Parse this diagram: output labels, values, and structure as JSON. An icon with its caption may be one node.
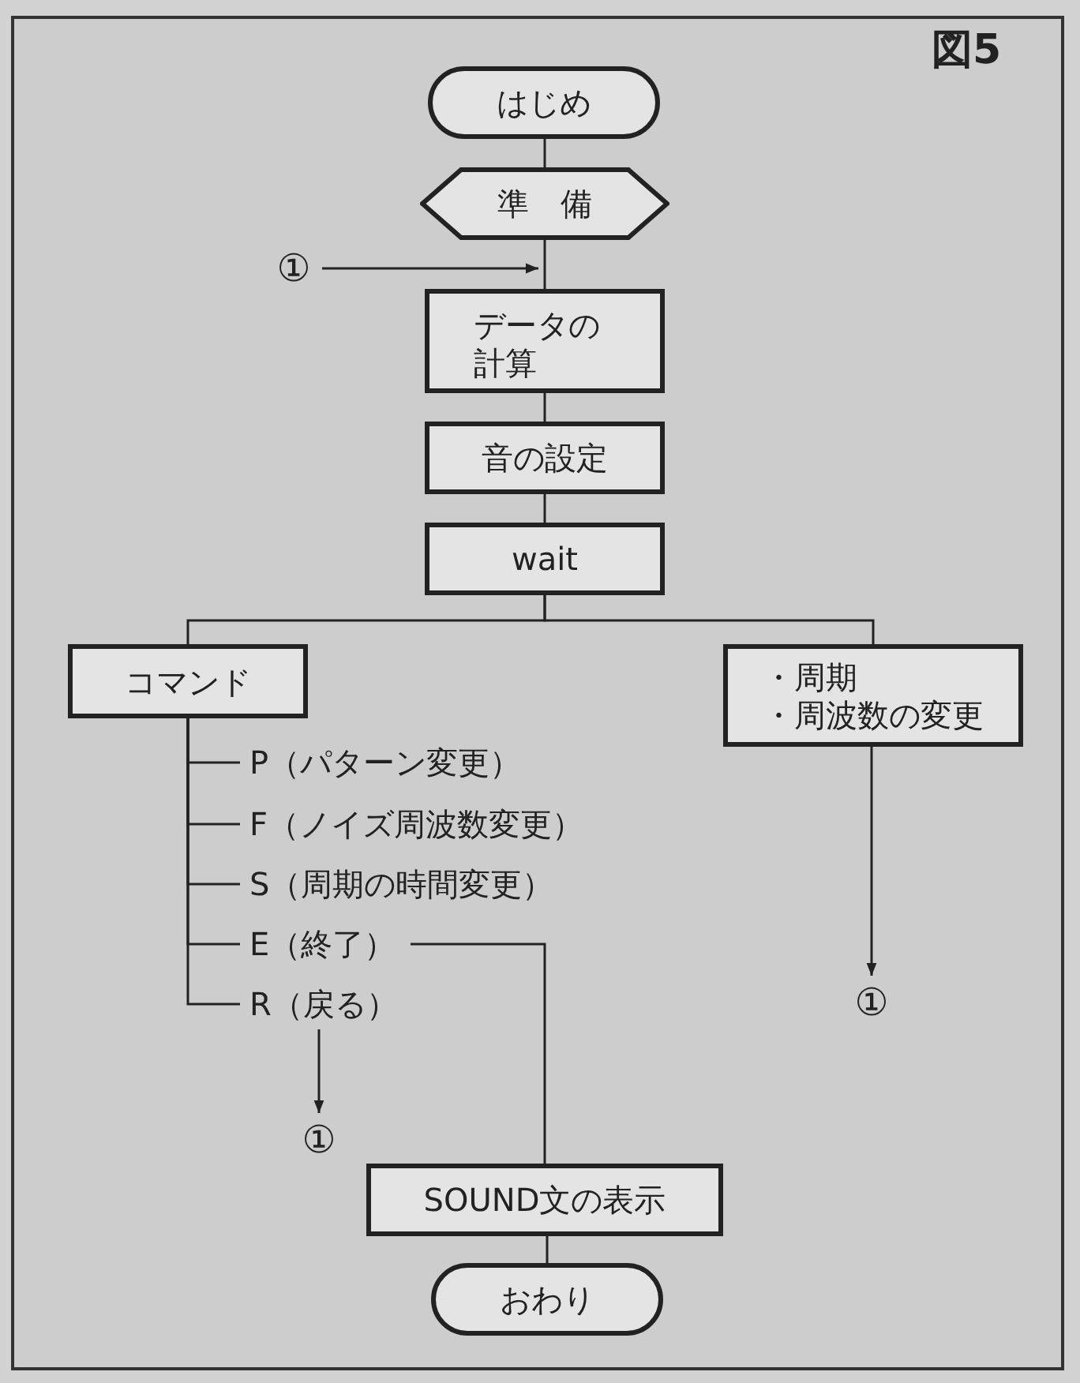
{
  "diagram": {
    "nodes": [
      {
        "text": [
          "はじめ"
        ]
      },
      {
        "text": [
          "準　備"
        ]
      },
      {
        "text": [
          "①"
        ]
      },
      {
        "text": [
          "データの計算"
        ]
      },
      {
        "text": [
          "音の設定"
        ]
      },
      {
        "text": [
          "wait"
        ]
      },
      {
        "text": [
          "コマンド"
        ]
      },
      {
        "text": [
          "・周期",
          "・周波数の変更"
        ]
      },
      {
        "text": [
          "P（パターン変更）"
        ]
      },
      {
        "text": [
          "F（ノイズ周波数変更）"
        ]
      },
      {
        "text": [
          "S（周期の時間変更）"
        ]
      },
      {
        "text": [
          "E（終了）"
        ]
      },
      {
        "text": [
          "R（戻る）"
        ]
      },
      {
        "text": [
          "①"
        ]
      },
      {
        "text": [
          "SOUND文の表示"
        ]
      },
      {
        "text": [
          "おわり"
        ]
      },
      {
        "text": [
          "①"
        ]
      }
    ],
    "edges": [
      {
        "from": 0,
        "to": 1,
        "arrow": "none"
      },
      {
        "from": 1,
        "to": 3,
        "arrow": "none"
      },
      {
        "from": 2,
        "to": 3,
        "arrow": "to"
      },
      {
        "from": 3,
        "to": 4,
        "arrow": "none"
      },
      {
        "from": 4,
        "to": 5,
        "arrow": "none"
      },
      {
        "from": 5,
        "to": 6,
        "arrow": "none"
      },
      {
        "from": 5,
        "to": 7,
        "arrow": "none"
      },
      {
        "from": 6,
        "to": 8,
        "arrow": "none"
      },
      {
        "from": 6,
        "to": 9,
        "arrow": "none"
      },
      {
        "from": 6,
        "to": 10,
        "arrow": "none"
      },
      {
        "from": 6,
        "to": 11,
        "arrow": "none"
      },
      {
        "from": 6,
        "to": 12,
        "arrow": "none"
      },
      {
        "from": 12,
        "to": 13,
        "arrow": "to"
      },
      {
        "from": 11,
        "to": 14,
        "arrow": "none"
      },
      {
        "from": 14,
        "to": 15,
        "arrow": "none"
      },
      {
        "from": 7,
        "to": 16,
        "arrow": "to"
      }
    ],
    "labels": [
      "図5"
    ]
  }
}
